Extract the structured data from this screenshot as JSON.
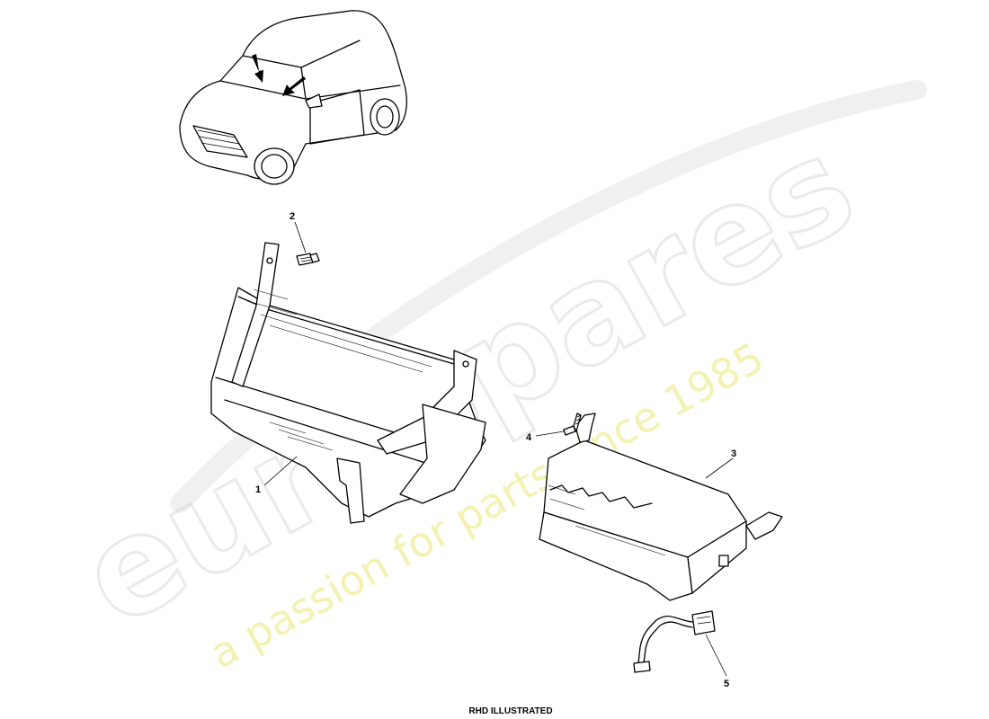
{
  "diagram": {
    "callouts": [
      {
        "id": "1",
        "label": "1"
      },
      {
        "id": "2",
        "label": "2"
      },
      {
        "id": "3",
        "label": "3"
      },
      {
        "id": "4",
        "label": "4"
      },
      {
        "id": "5",
        "label": "5"
      }
    ],
    "footer_note": "RHD ILLUSTRATED"
  },
  "watermark": {
    "brand": "eurospares",
    "tagline": "a passion for parts since 1985"
  },
  "colors": {
    "line": "#000000",
    "background": "#ffffff",
    "watermark_brand": "#d9d9d9",
    "watermark_tagline": "#f2f0a0"
  }
}
